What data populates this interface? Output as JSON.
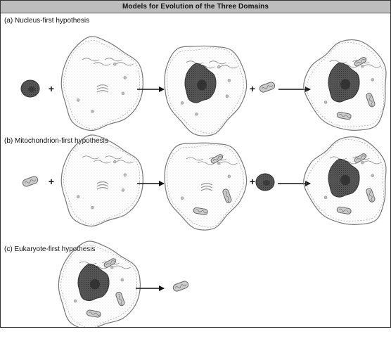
{
  "title": "Models for Evolution of the Three Domains",
  "panels": [
    {
      "label": "(a) Nucleus-first hypothesis"
    },
    {
      "label": "(b) Mitochondrion-first hypothesis"
    },
    {
      "label": "(c) Eukaryote-first hypothesis"
    }
  ],
  "symbols": {
    "plus": "+"
  },
  "colors": {
    "title_bar": "#bdbdbd",
    "cell_outline": "#777777",
    "nucleus": "#555555",
    "organelle": "#999999",
    "mitochondrion": "#cccccc",
    "arrow": "#111111"
  }
}
